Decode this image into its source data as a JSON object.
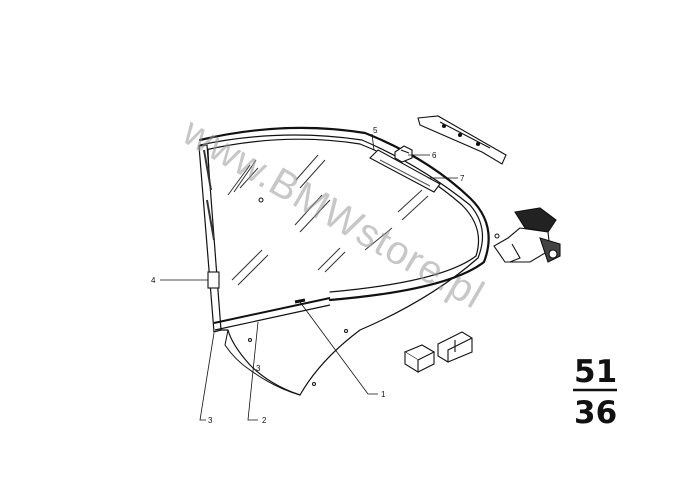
{
  "watermark": "www.BMWstore.pl",
  "section": {
    "top": "51",
    "bottom": "36"
  },
  "callouts": [
    "1",
    "2",
    "3",
    "4",
    "5",
    "6",
    "7"
  ]
}
